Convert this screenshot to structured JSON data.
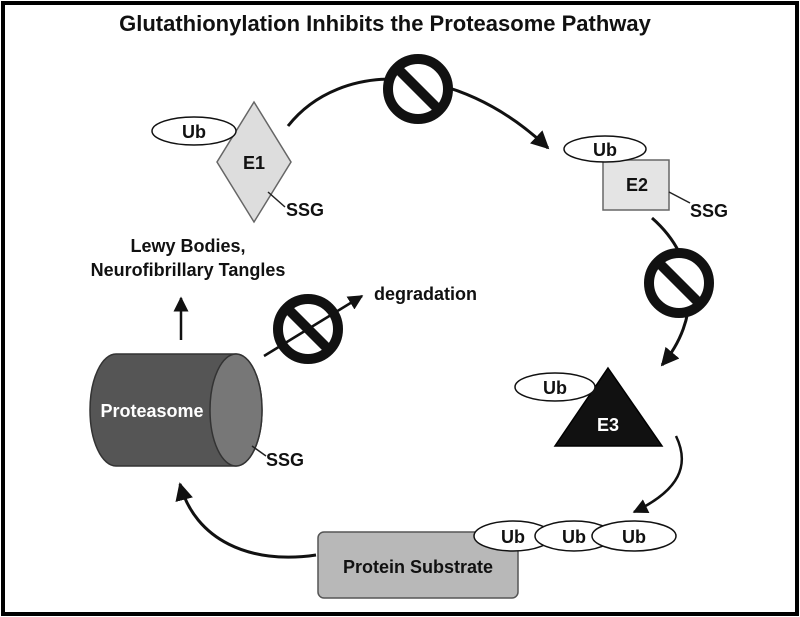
{
  "title": "Glutathionylation Inhibits the Proteasome Pathway",
  "nodes": {
    "e1": {
      "label": "E1",
      "ub": "Ub",
      "ssg": "SSG"
    },
    "e2": {
      "label": "E2",
      "ub": "Ub",
      "ssg": "SSG"
    },
    "e3": {
      "label": "E3",
      "ub": "Ub"
    },
    "substrate": {
      "label": "Protein Substrate",
      "ub_chain": [
        "Ub",
        "Ub",
        "Ub"
      ]
    },
    "proteasome": {
      "label": "Proteasome",
      "ssg": "SSG"
    }
  },
  "annotations": {
    "degradation": "degradation",
    "aggregates_line1": "Lewy Bodies,",
    "aggregates_line2": "Neurofibrillary Tangles"
  },
  "colors": {
    "e1_fill": "#dddddd",
    "e2_fill": "#e4e4e4",
    "e3_fill": "#111111",
    "substrate_fill": "#b8b8b8",
    "proteasome_body": "#555555",
    "proteasome_cap": "#777777"
  },
  "icons": [
    "inhibition-icon",
    "inhibition-icon",
    "inhibition-icon"
  ]
}
